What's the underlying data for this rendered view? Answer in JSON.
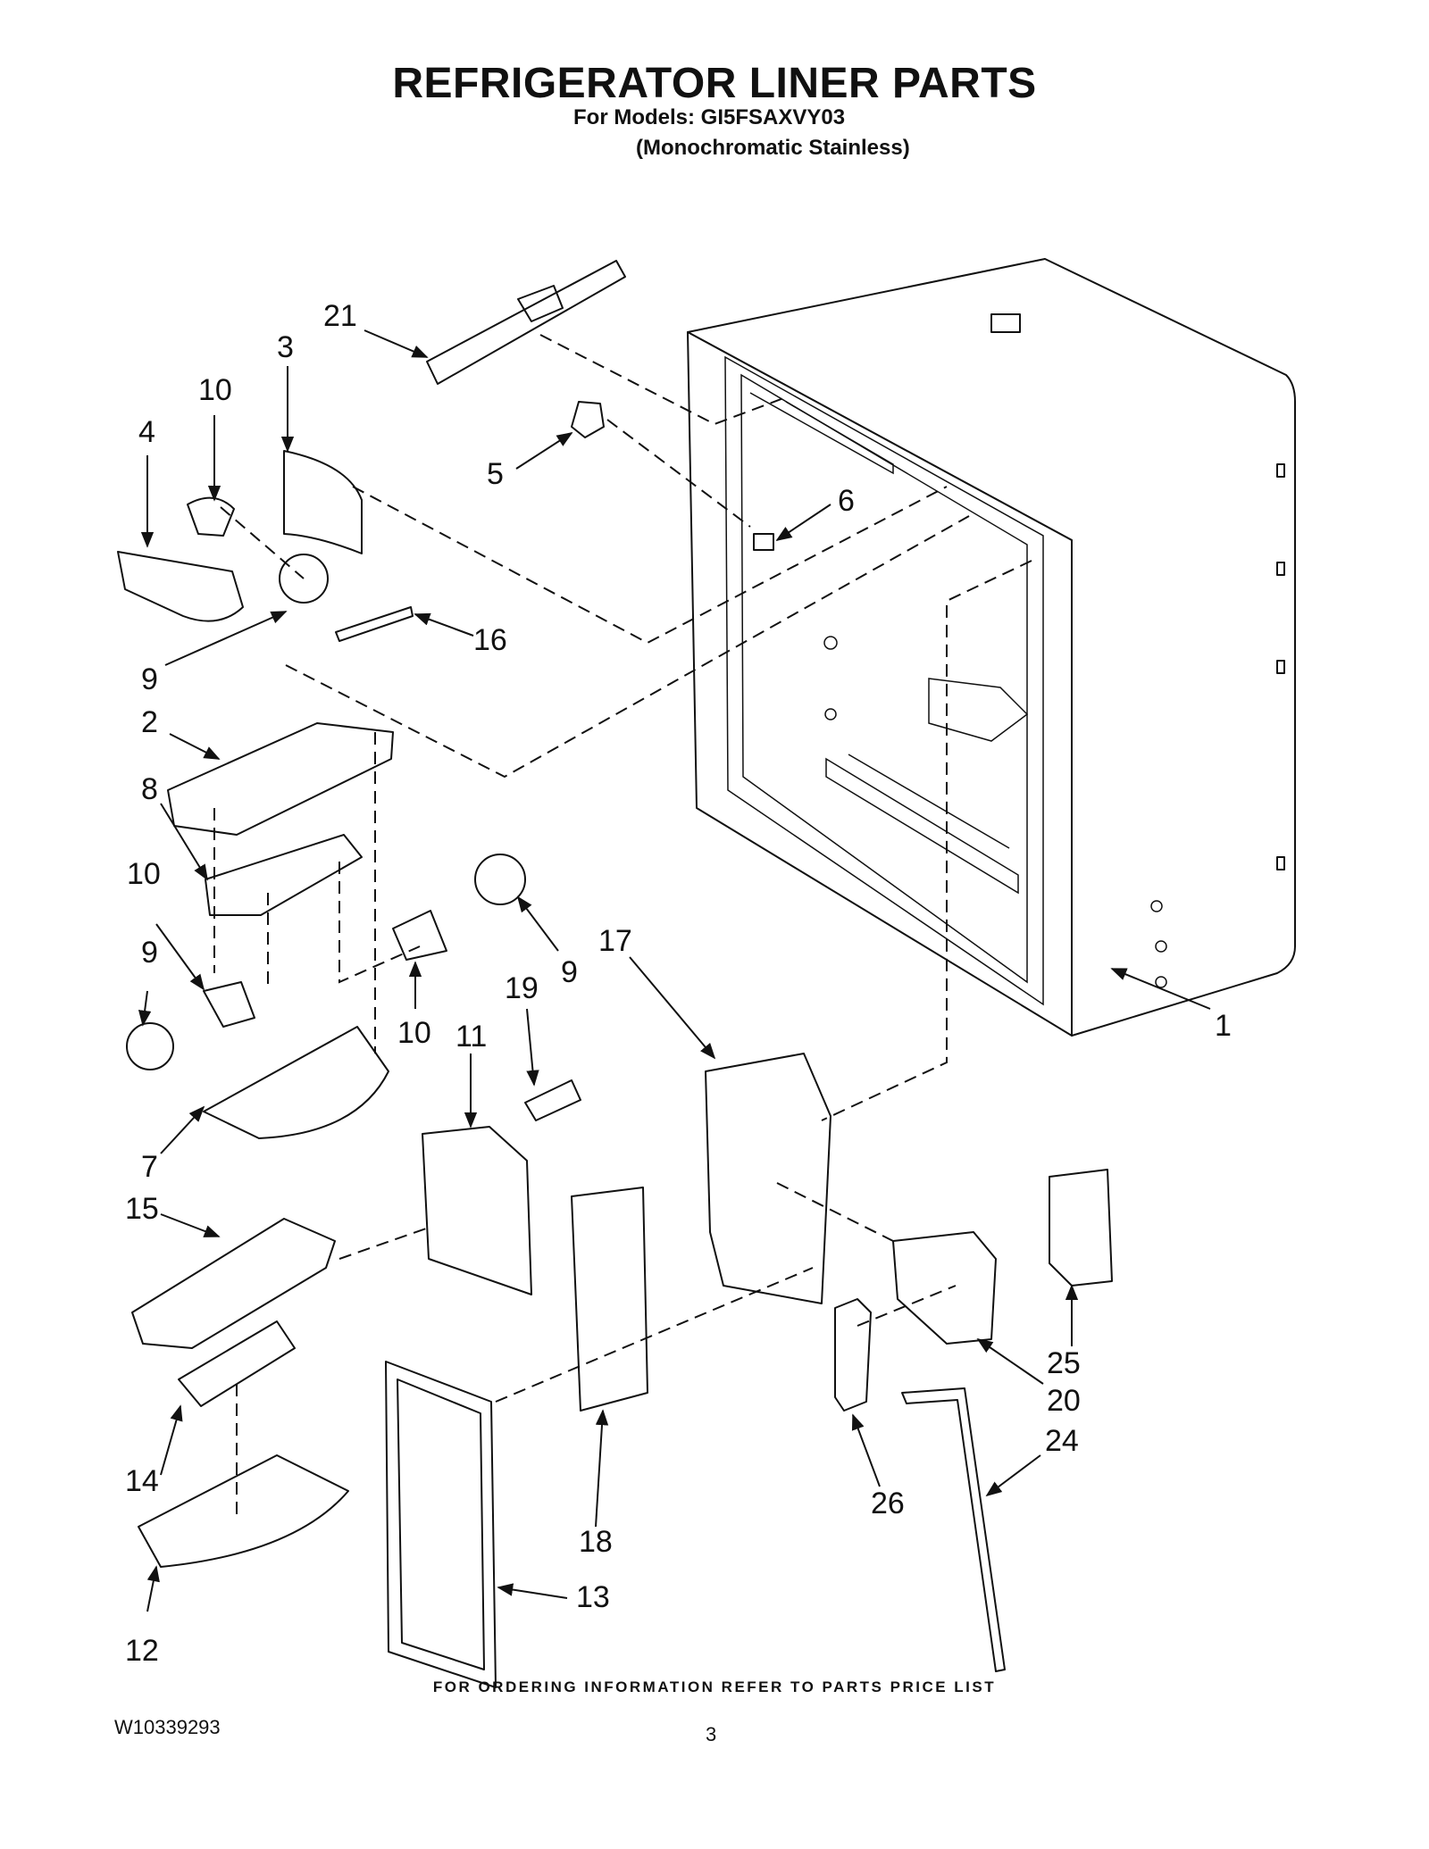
{
  "header": {
    "title": "REFRIGERATOR LINER PARTS",
    "models_line": "For Models: GI5FSAXVY03",
    "color_scheme": "(Monochromatic Stainless)"
  },
  "callouts": [
    {
      "id": "c21",
      "label": "21"
    },
    {
      "id": "c3",
      "label": "3"
    },
    {
      "id": "c10a",
      "label": "10"
    },
    {
      "id": "c4",
      "label": "4"
    },
    {
      "id": "c5",
      "label": "5"
    },
    {
      "id": "c6",
      "label": "6"
    },
    {
      "id": "c16",
      "label": "16"
    },
    {
      "id": "c9a",
      "label": "9"
    },
    {
      "id": "c2",
      "label": "2"
    },
    {
      "id": "c8",
      "label": "8"
    },
    {
      "id": "c10b",
      "label": "10"
    },
    {
      "id": "c9b",
      "label": "9"
    },
    {
      "id": "c9c",
      "label": "9"
    },
    {
      "id": "c10c",
      "label": "10"
    },
    {
      "id": "c17",
      "label": "17"
    },
    {
      "id": "c19",
      "label": "19"
    },
    {
      "id": "c11",
      "label": "11"
    },
    {
      "id": "c1",
      "label": "1"
    },
    {
      "id": "c7",
      "label": "7"
    },
    {
      "id": "c15",
      "label": "15"
    },
    {
      "id": "c25",
      "label": "25"
    },
    {
      "id": "c20",
      "label": "20"
    },
    {
      "id": "c24",
      "label": "24"
    },
    {
      "id": "c14",
      "label": "14"
    },
    {
      "id": "c26",
      "label": "26"
    },
    {
      "id": "c18",
      "label": "18"
    },
    {
      "id": "c13",
      "label": "13"
    },
    {
      "id": "c12",
      "label": "12"
    }
  ],
  "footer": {
    "ordering_note": "FOR ORDERING INFORMATION REFER TO PARTS PRICE LIST",
    "doc_number": "W10339293",
    "page_number": "3"
  }
}
